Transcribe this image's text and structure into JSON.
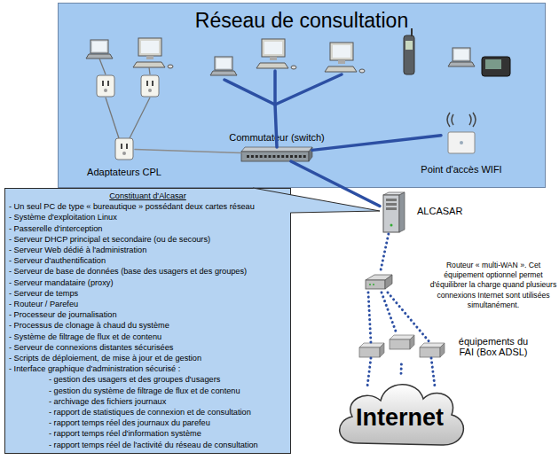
{
  "diagram": {
    "nodes": [
      {
        "text": [
          "Réseau de consultation"
        ]
      },
      {
        "text": [
          "Adaptateurs CPL"
        ],
        "in": 0
      },
      {
        "text": [
          "Commutateur (switch)"
        ],
        "in": 0
      },
      {
        "text": [
          "Point d'accès WIFI"
        ],
        "in": 0
      },
      {
        "text": [
          "Constituant d'Alcasar",
          "- Un seul PC de type « bureautique » possédant deux cartes réseau",
          "- Système d'exploitation Linux",
          "- Passerelle d'interception",
          "- Serveur DHCP principal et secondaire (ou de secours)",
          "- Serveur Web dédié à l'administration",
          "- Serveur d'authentification",
          "- Serveur de base de données (base des usagers et des groupes)",
          "- Serveur mandataire (proxy)",
          "- Serveur de temps",
          "- Routeur / Parefeu",
          "- Processeur de journalisation",
          "- Processus de clonage à chaud du système",
          "- Système de filtrage de flux et de contenu",
          "- Serveur de connexions distantes sécurisées",
          "- Scripts de déploiement, de mise à jour et de gestion",
          "- Interface graphique d'administration sécurisé :",
          "- gestion des usagers et des groupes d'usagers",
          "- gestion du système de filtrage de flux et de contenu",
          "- archivage des fichiers journaux",
          "- rapport de statistiques de connexion et de consultation",
          "- rapport temps réel des journaux du parefeu",
          "- rapport temps réel d'information système",
          "- rapport temps réel de l'activité du réseau de consultation"
        ]
      },
      {
        "text": [
          "ALCASAR"
        ]
      },
      {
        "text": [
          "Routeur « multi-WAN ». Cet équipement optionnel permet d'équilibrer la charge quand plusieurs connexions Internet sont utilisées simultanément."
        ]
      },
      {
        "text": [
          "équipements du FAI (Box ADSL)"
        ]
      },
      {
        "text": [
          "Internet"
        ]
      }
    ],
    "edges": [
      {
        "from": 1,
        "to": 2,
        "arrow": "none"
      },
      {
        "from": 2,
        "to": 3,
        "arrow": "none"
      },
      {
        "from": 2,
        "to": 5,
        "arrow": "none"
      },
      {
        "from": 5,
        "to": 6,
        "arrow": "none"
      },
      {
        "from": 6,
        "to": 7,
        "arrow": "none"
      },
      {
        "from": 7,
        "to": 8,
        "arrow": "none"
      }
    ]
  }
}
